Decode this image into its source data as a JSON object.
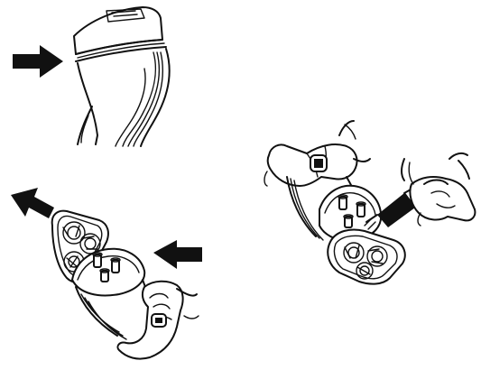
{
  "figure": {
    "panels": [
      {
        "id": "step-1",
        "content": "shaver-head-top-view"
      },
      {
        "id": "step-2",
        "content": "open-shaver-head"
      },
      {
        "id": "step-3",
        "content": "clean-with-brush"
      }
    ],
    "ink_color": "#111111",
    "background_color": "#ffffff",
    "icons": [
      "arrow-right-icon",
      "arrow-left-icon",
      "arrow-up-left-icon",
      "brush-icon",
      "hand-icon",
      "shaver-icon"
    ]
  }
}
